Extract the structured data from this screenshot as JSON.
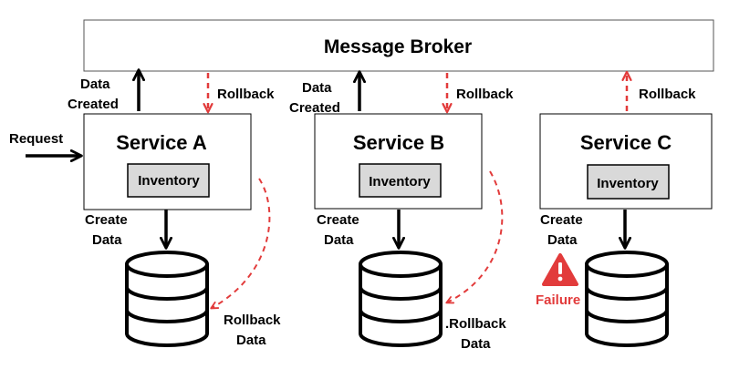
{
  "broker": {
    "title": "Message Broker"
  },
  "request_label": "Request",
  "services": [
    {
      "name": "Service A",
      "component": "Inventory",
      "up_label": [
        "Data",
        "Created"
      ],
      "down_label": "Rollback",
      "create_label": [
        "Create",
        "Data"
      ],
      "rollback_data_label": [
        "Rollback",
        "Data"
      ]
    },
    {
      "name": "Service B",
      "component": "Inventory",
      "up_label": [
        "Data",
        "Created"
      ],
      "down_label": "Rollback",
      "create_label": [
        "Create",
        "Data"
      ],
      "rollback_data_label": [
        ".Rollback",
        "Data"
      ]
    },
    {
      "name": "Service C",
      "component": "Inventory",
      "up_label": "Rollback",
      "create_label": [
        "Create",
        "Data"
      ],
      "failure_label": "Failure"
    }
  ],
  "colors": {
    "rollback": "#e23b3b",
    "inventory_fill": "#d9d9d9",
    "warning": "#e23b3b"
  },
  "icons": {
    "warning": "warning-triangle-icon",
    "database": "database-icon"
  }
}
